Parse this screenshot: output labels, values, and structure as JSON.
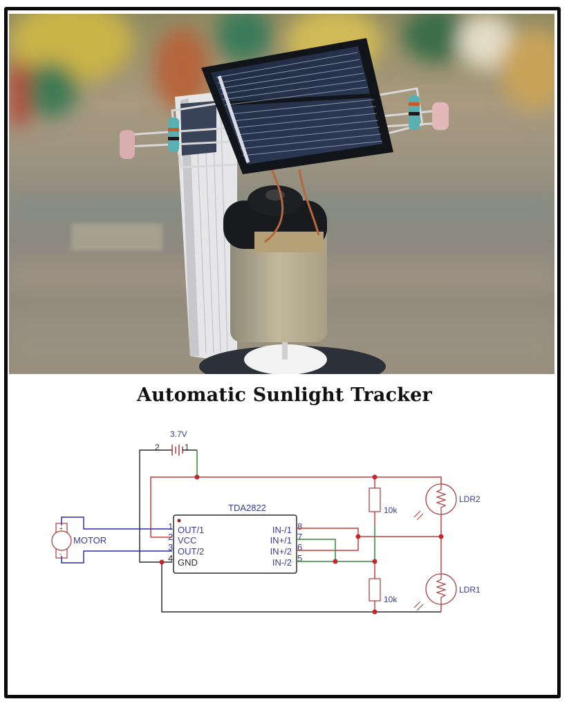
{
  "title": "Automatic Sunlight Tracker",
  "photo": {
    "subject": "solar-tracker-prototype",
    "components_visible": [
      "solar-panel",
      "ldr-left",
      "ldr-right",
      "resistor-left",
      "resistor-right",
      "dc-motor",
      "white-support-board",
      "gear-base"
    ]
  },
  "schematic": {
    "battery": {
      "label": "3.7V",
      "pin_neg": "2",
      "pin_pos": "1"
    },
    "ic": {
      "name": "TDA2822",
      "left_pins": [
        {
          "num": "1",
          "label": "OUT/1"
        },
        {
          "num": "2",
          "label": "VCC"
        },
        {
          "num": "3",
          "label": "OUT/2"
        },
        {
          "num": "4",
          "label": "GND"
        }
      ],
      "right_pins": [
        {
          "num": "8",
          "label": "IN-/1"
        },
        {
          "num": "7",
          "label": "IN+/1"
        },
        {
          "num": "6",
          "label": "IN+/2"
        },
        {
          "num": "5",
          "label": "IN-/2"
        }
      ]
    },
    "motor": {
      "label": "MOTOR",
      "plus": "+",
      "minus": "-"
    },
    "resistors": [
      {
        "label": "10k"
      },
      {
        "label": "10k"
      }
    ],
    "ldrs": [
      {
        "label": "LDR2"
      },
      {
        "label": "LDR1"
      }
    ],
    "colors": {
      "wire_black": "#2b2b2b",
      "wire_red": "#cc3b3b",
      "wire_green": "#2e8b3a",
      "wire_blue": "#2a2aa8",
      "component": "#a33a3a",
      "label_blue": "#3a3a8f",
      "junction": "#c0282d"
    }
  }
}
